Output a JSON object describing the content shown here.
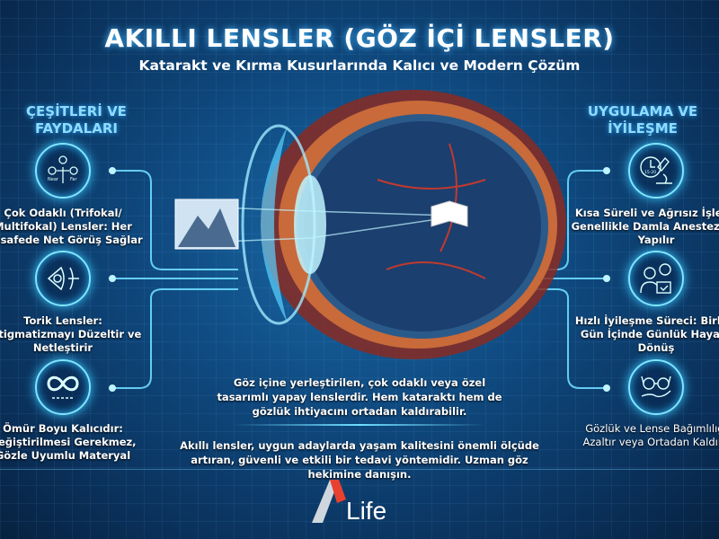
{
  "header": {
    "title": "AKILLI LENSLER (GÖZ İÇİ LENSLER)",
    "subtitle": "Katarakt ve Kırma Kusurlarında Kalıcı ve Modern Çözüm"
  },
  "left": {
    "heading": "ÇEŞİTLERİ VE FAYDALARI",
    "items": [
      {
        "icon": "near-far-focus-icon",
        "text": "Çok Odaklı (Trifokal/ Multifokal) Lensler: Her Mesafede Net Görüş Sağlar",
        "icon_near": "Near",
        "icon_far": "Far"
      },
      {
        "icon": "toric-lens-eye-icon",
        "text": "Torik Lensler: Astigmatizmayı Düzeltir ve Netleştirir"
      },
      {
        "icon": "infinity-icon",
        "text": "Ömür Boyu Kalıcıdır: Değiştirilmesi Gerekmez, Gözle Uyumlu Materyal"
      }
    ]
  },
  "right": {
    "heading": "UYGULAMA VE İYİLEŞME",
    "items": [
      {
        "icon": "clock-microscope-icon",
        "text": "Kısa Süreli ve Ağrısız İşlem: Genellikle Damla Anestezi ile Yapılır",
        "icon_text": "15-20"
      },
      {
        "icon": "person-calendar-icon",
        "text": "Hızlı İyileşme Süreci: Birkaç Gün İçinde Günlük Hayata Dönüş"
      },
      {
        "icon": "glasses-hand-icon",
        "text": "Gözlük ve Lense Bağımlılığı Azaltır veya Ortadan Kaldırır"
      }
    ]
  },
  "center": {
    "description": "Göz içine yerleştirilen, çok odaklı veya özel tasarımlı yapay lenslerdir. Hem kataraktı hem de gözlük ihtiyacını ortadan kaldırabilir.",
    "conclusion": "Akıllı lensler, uygun adaylarda yaşam kalitesini önemli ölçüde artıran, güvenli ve etkili bir tedavi yöntemidir. Uzman göz hekimine danışın."
  },
  "logo": {
    "text": "Life",
    "accent": "#e8412f"
  },
  "colors": {
    "accent": "#7fe6ff",
    "heading": "#8fdcff",
    "background": "#0f4a80"
  }
}
